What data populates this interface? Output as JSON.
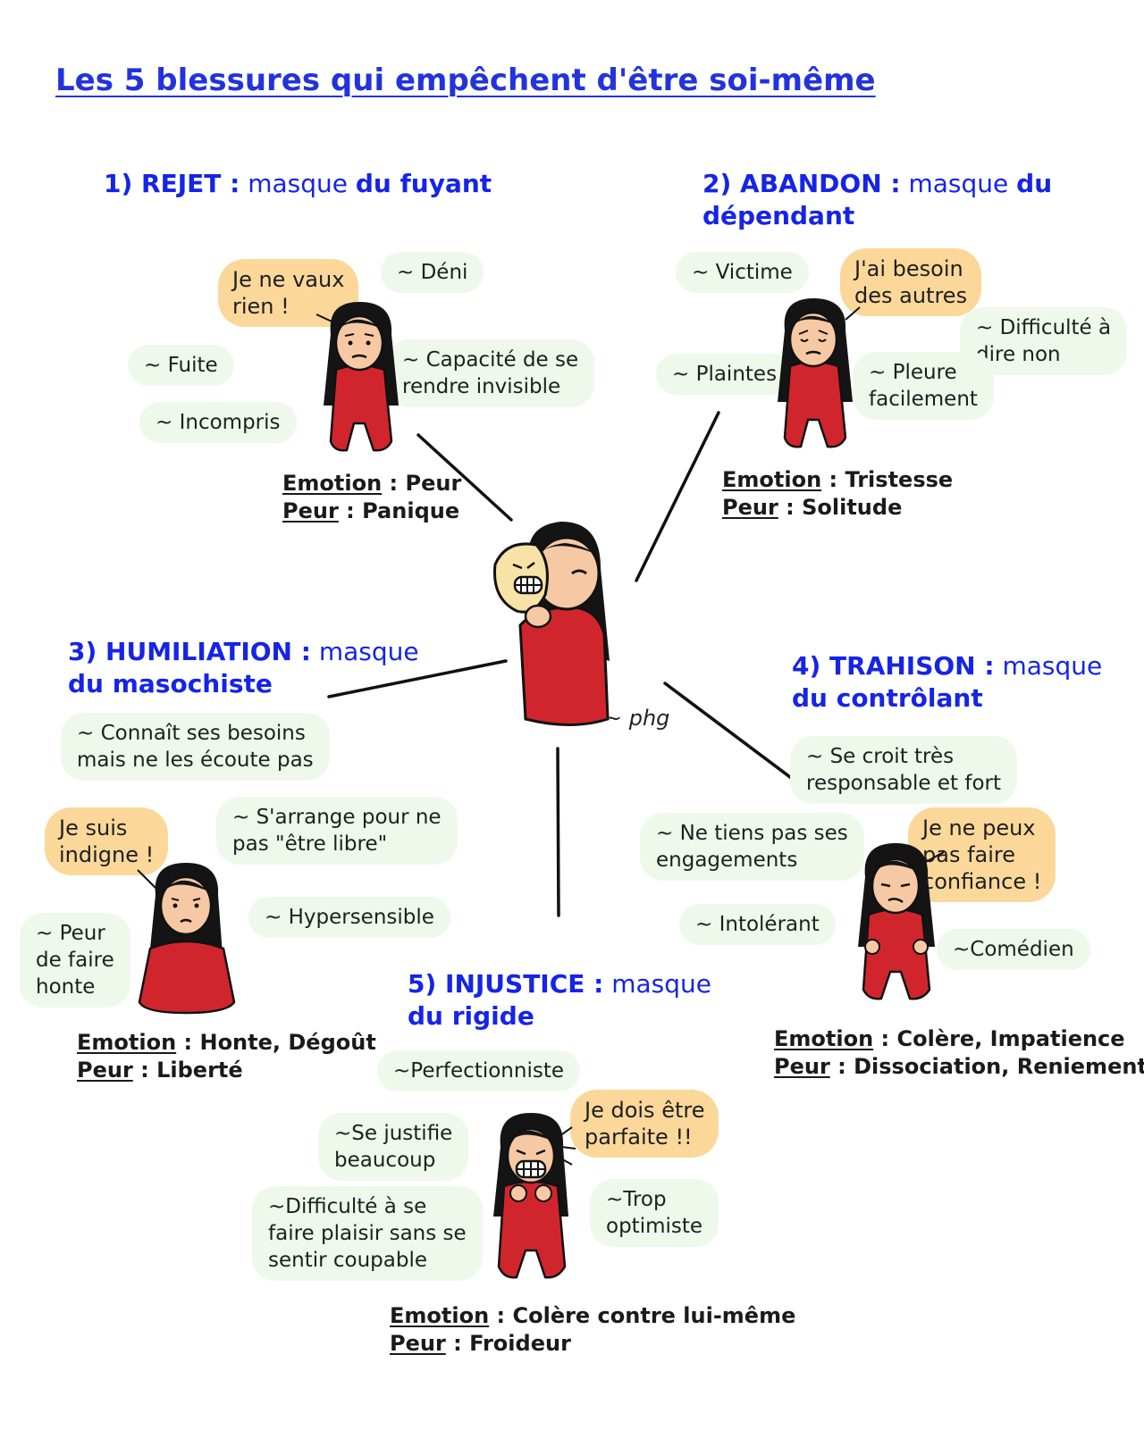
{
  "title": "Les 5 blessures qui empêchent d'être soi-même",
  "signature": "~ phg",
  "sections": {
    "rejet": {
      "heading_bold": "1) REJET :",
      "heading_mid": " masque ",
      "heading_end": "du fuyant",
      "speech": [
        "Je ne vaux",
        "rien !"
      ],
      "traits": [
        [
          "~ Déni"
        ],
        [
          "~ Capacité de se",
          "rendre invisible"
        ],
        [
          "~ Fuite"
        ],
        [
          "~ Incompris"
        ]
      ],
      "emotion_label": "Emotion",
      "emotion": "Peur",
      "fear_label": "Peur",
      "fear": "Panique"
    },
    "abandon": {
      "heading_bold": "2) ABANDON :",
      "heading_mid": " masque ",
      "heading_end": "du",
      "heading_line2": "dépendant",
      "speech": [
        "J'ai besoin",
        "des autres"
      ],
      "traits": [
        [
          "~ Victime"
        ],
        [
          "~ Difficulté à",
          "dire non"
        ],
        [
          "~ Plaintes"
        ],
        [
          "~ Pleure",
          "facilement"
        ]
      ],
      "emotion_label": "Emotion",
      "emotion": "Tristesse",
      "fear_label": "Peur",
      "fear": "Solitude"
    },
    "humiliation": {
      "heading_bold": "3) HUMILIATION :",
      "heading_mid": " masque",
      "heading_line2": "du masochiste",
      "speech": [
        "Je suis",
        "indigne !"
      ],
      "traits": [
        [
          "~ Connaît ses besoins",
          "mais ne les écoute pas"
        ],
        [
          "~ S'arrange pour ne",
          "pas \"être libre\""
        ],
        [
          "~ Hypersensible"
        ],
        [
          "~ Peur",
          "de faire",
          "honte"
        ]
      ],
      "emotion_label": "Emotion",
      "emotion": "Honte, Dégoût",
      "fear_label": "Peur",
      "fear": "Liberté"
    },
    "trahison": {
      "heading_bold": "4) TRAHISON :",
      "heading_mid": " masque",
      "heading_line2": "du contrôlant",
      "speech": [
        "Je ne peux",
        "pas faire",
        "confiance !"
      ],
      "traits": [
        [
          "~ Se croit très",
          "responsable et fort"
        ],
        [
          "~ Ne tiens pas ses",
          "engagements"
        ],
        [
          "~ Intolérant"
        ],
        [
          "~Comédien"
        ]
      ],
      "emotion_label": "Emotion",
      "emotion": "Colère, Impatience",
      "fear_label": "Peur",
      "fear": "Dissociation, Reniement"
    },
    "injustice": {
      "heading_bold": "5) INJUSTICE :",
      "heading_mid": " masque",
      "heading_line2": "du rigide",
      "speech": [
        "Je dois être",
        "parfaite !!"
      ],
      "traits": [
        [
          "~Perfectionniste"
        ],
        [
          "~Se justifie",
          "beaucoup"
        ],
        [
          "~Difficulté à se",
          "faire plaisir sans se",
          "sentir coupable"
        ],
        [
          "~Trop",
          "optimiste"
        ]
      ],
      "emotion_label": "Emotion",
      "emotion": "Colère contre lui-même",
      "fear_label": "Peur",
      "fear": "Froideur"
    }
  },
  "colors": {
    "title": "#2233dd",
    "heading": "#1524e8",
    "trait_bubble": "#eef9ec",
    "speech_bubble": "#fbd89a",
    "dress": "#d1252e",
    "skin": "#f6c9a4",
    "hair": "#141414",
    "mask": "#f8e3a6"
  }
}
